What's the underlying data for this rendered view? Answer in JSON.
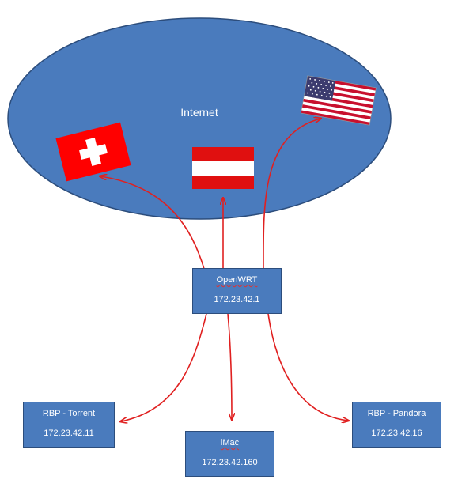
{
  "internet": {
    "label": "Internet"
  },
  "router": {
    "name": "OpenWRT",
    "ip": "172.23.42.1"
  },
  "devices": [
    {
      "name": "RBP - Torrent",
      "ip": "172.23.42.11"
    },
    {
      "name": "iMac",
      "ip": "172.23.42.160"
    },
    {
      "name": "RBP - Pandora",
      "ip": "172.23.42.16"
    }
  ],
  "flags": [
    "switzerland-flag-icon",
    "austria-flag-icon",
    "usa-flag-icon"
  ],
  "colors": {
    "cloud": "#4a7bbd",
    "node": "#4a7bbd",
    "arrow": "#e02020",
    "border": "#2c4d7c"
  }
}
